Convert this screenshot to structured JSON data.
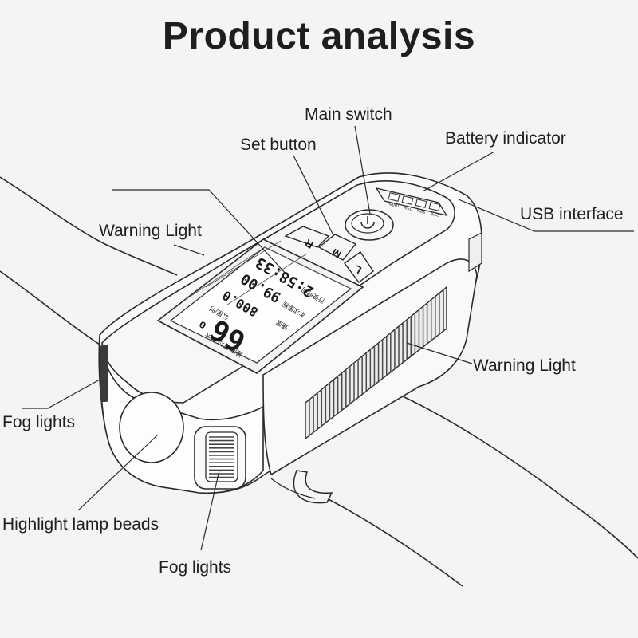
{
  "title": "Product analysis",
  "labels": {
    "main_switch": "Main switch",
    "set_button": "Set button",
    "battery_indicator": "Battery indicator",
    "usb_interface": "USB interface",
    "warning_light_left": "Warning Light",
    "warning_light_right": "Warning Light",
    "fog_lights_left": "Fog lights",
    "fog_lights_bottom": "Fog lights",
    "highlight_lamp_beads": "Highlight lamp beads"
  },
  "buttons": {
    "r": "R",
    "m": "M",
    "l": "L"
  },
  "display": {
    "time": "2:58:33",
    "time_caption": "行驶时间",
    "trip": "99.00",
    "trip_caption": "本次里程",
    "odometer": "800.0",
    "odometer_caption": "公里/时",
    "speed": "66",
    "speed_caption": "速度",
    "footer_left": "0",
    "footer_right": "温度 平均 最大"
  },
  "battery_levels": [
    "100%",
    "75%",
    "50%",
    "25%"
  ]
}
